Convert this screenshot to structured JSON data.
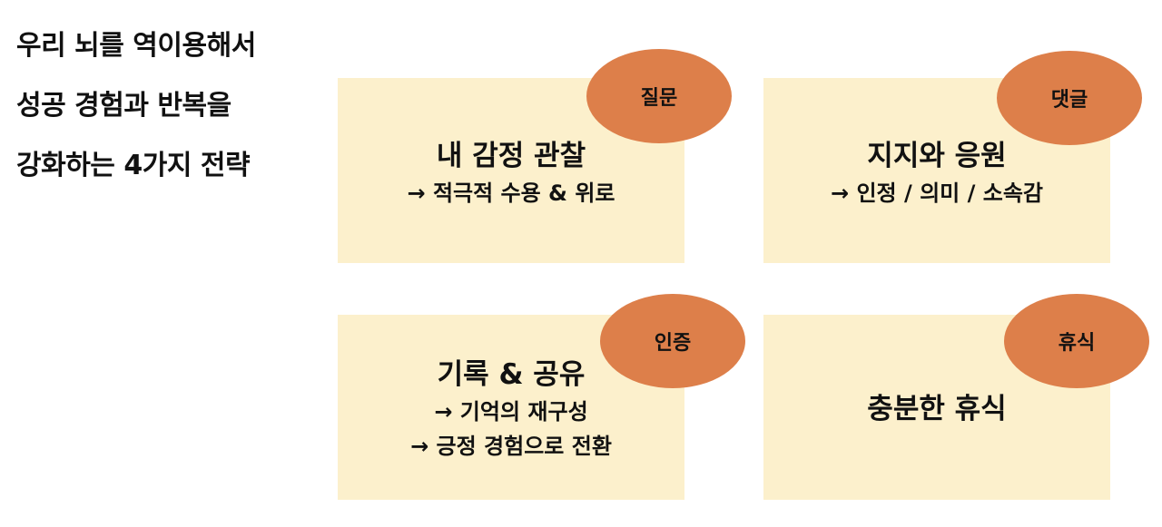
{
  "headline": {
    "lines": [
      "우리 뇌를 역이용해서",
      "성공 경험과 반복을",
      "강화하는 4가지 전략"
    ]
  },
  "cards": [
    {
      "badge": "질문",
      "title": "내 감정 관찰",
      "lines": [
        "→ 적극적 수용 & 위로"
      ]
    },
    {
      "badge": "댓글",
      "title": "지지와 응원",
      "lines": [
        "→ 인정 / 의미 / 소속감"
      ]
    },
    {
      "badge": "인증",
      "title": "기록 & 공유",
      "lines": [
        "→ 기억의 재구성",
        "→ 긍정 경험으로 전환"
      ]
    },
    {
      "badge": "휴식",
      "title": "충분한 휴식",
      "lines": []
    }
  ],
  "colors": {
    "card_background": "#fcf0cc",
    "badge_fill": "#dd7f4a",
    "text": "#111111"
  }
}
